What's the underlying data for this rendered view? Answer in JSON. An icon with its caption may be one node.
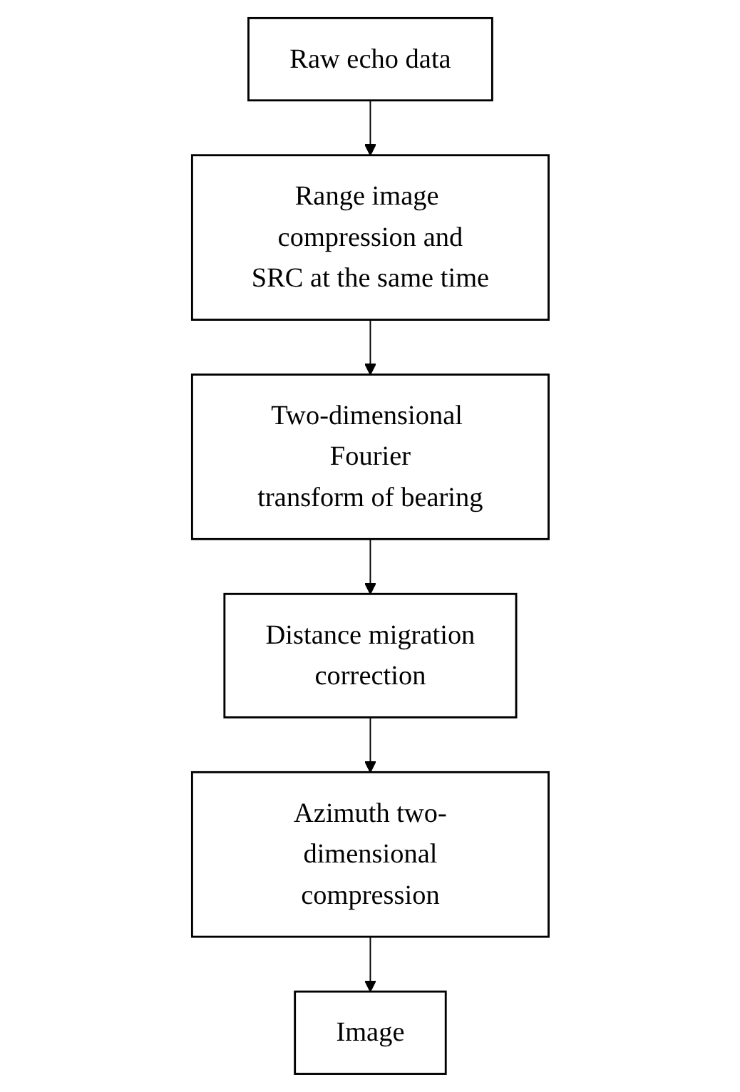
{
  "diagram": {
    "nodes": [
      {
        "text": [
          "Raw echo data"
        ]
      },
      {
        "text": [
          "Range image compression and SRC at the same time"
        ]
      },
      {
        "text": [
          "Two-dimensional Fourier transform of bearing"
        ]
      },
      {
        "text": [
          "Distance migration correction"
        ]
      },
      {
        "text": [
          "Azimuth two-dimensional compression"
        ]
      },
      {
        "text": [
          "Image"
        ]
      }
    ],
    "edges": [
      {
        "from": 0,
        "to": 1,
        "arrow": "to"
      },
      {
        "from": 1,
        "to": 2,
        "arrow": "to"
      },
      {
        "from": 2,
        "to": 3,
        "arrow": "to"
      },
      {
        "from": 3,
        "to": 4,
        "arrow": "to"
      },
      {
        "from": 4,
        "to": 5,
        "arrow": "to"
      }
    ]
  }
}
